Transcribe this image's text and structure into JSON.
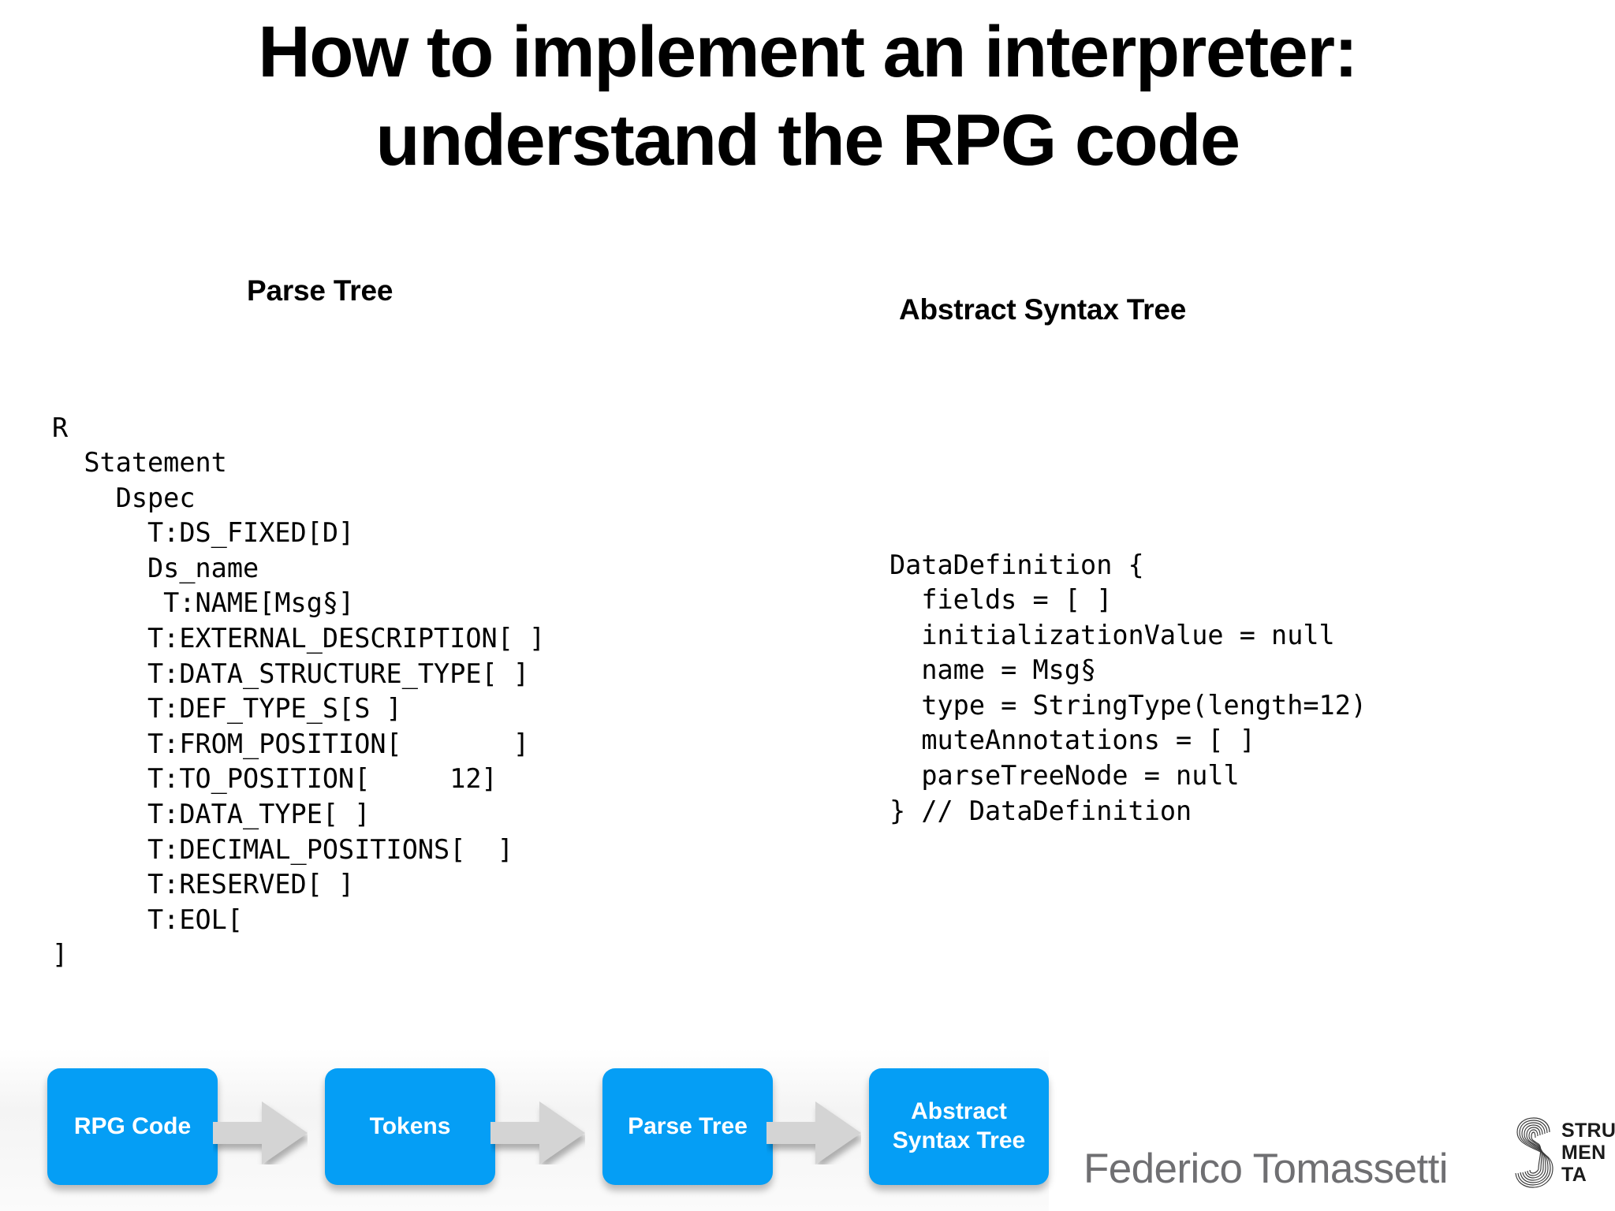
{
  "slide": {
    "title": "How to implement an interpreter:\nunderstand the RPG code"
  },
  "columns": {
    "parse_tree_heading": "Parse Tree",
    "ast_heading": "Abstract Syntax Tree"
  },
  "parse_tree": {
    "code": "R\n  Statement\n    Dspec\n      T:DS_FIXED[D]\n      Ds_name\n       T:NAME[Msg§]\n      T:EXTERNAL_DESCRIPTION[ ]\n      T:DATA_STRUCTURE_TYPE[ ]\n      T:DEF_TYPE_S[S ]\n      T:FROM_POSITION[       ]\n      T:TO_POSITION[     12]\n      T:DATA_TYPE[ ]\n      T:DECIMAL_POSITIONS[  ]\n      T:RESERVED[ ]\n      T:EOL[\n]"
  },
  "ast": {
    "code": "DataDefinition {\n  fields = [ ]\n  initializationValue = null\n  name = Msg§\n  type = StringType(length=12)\n  muteAnnotations = [ ]\n  parseTreeNode = null\n} // DataDefinition"
  },
  "pipeline": {
    "steps": [
      {
        "label": "RPG Code"
      },
      {
        "label": "Tokens"
      },
      {
        "label": "Parse Tree"
      },
      {
        "label": "Abstract\nSyntax Tree"
      }
    ],
    "arrow_icon": "arrow-right-icon",
    "box_color": "#059ef5",
    "arrow_color": "#d4d4d4",
    "label_color": "#ffffff"
  },
  "footer": {
    "author": "Federico Tomassetti",
    "brand_mark_icon": "strumenta-s-logo-icon",
    "brand_wordmark": "STRU\nMEN\nTA",
    "author_color": "#6f6f72"
  }
}
